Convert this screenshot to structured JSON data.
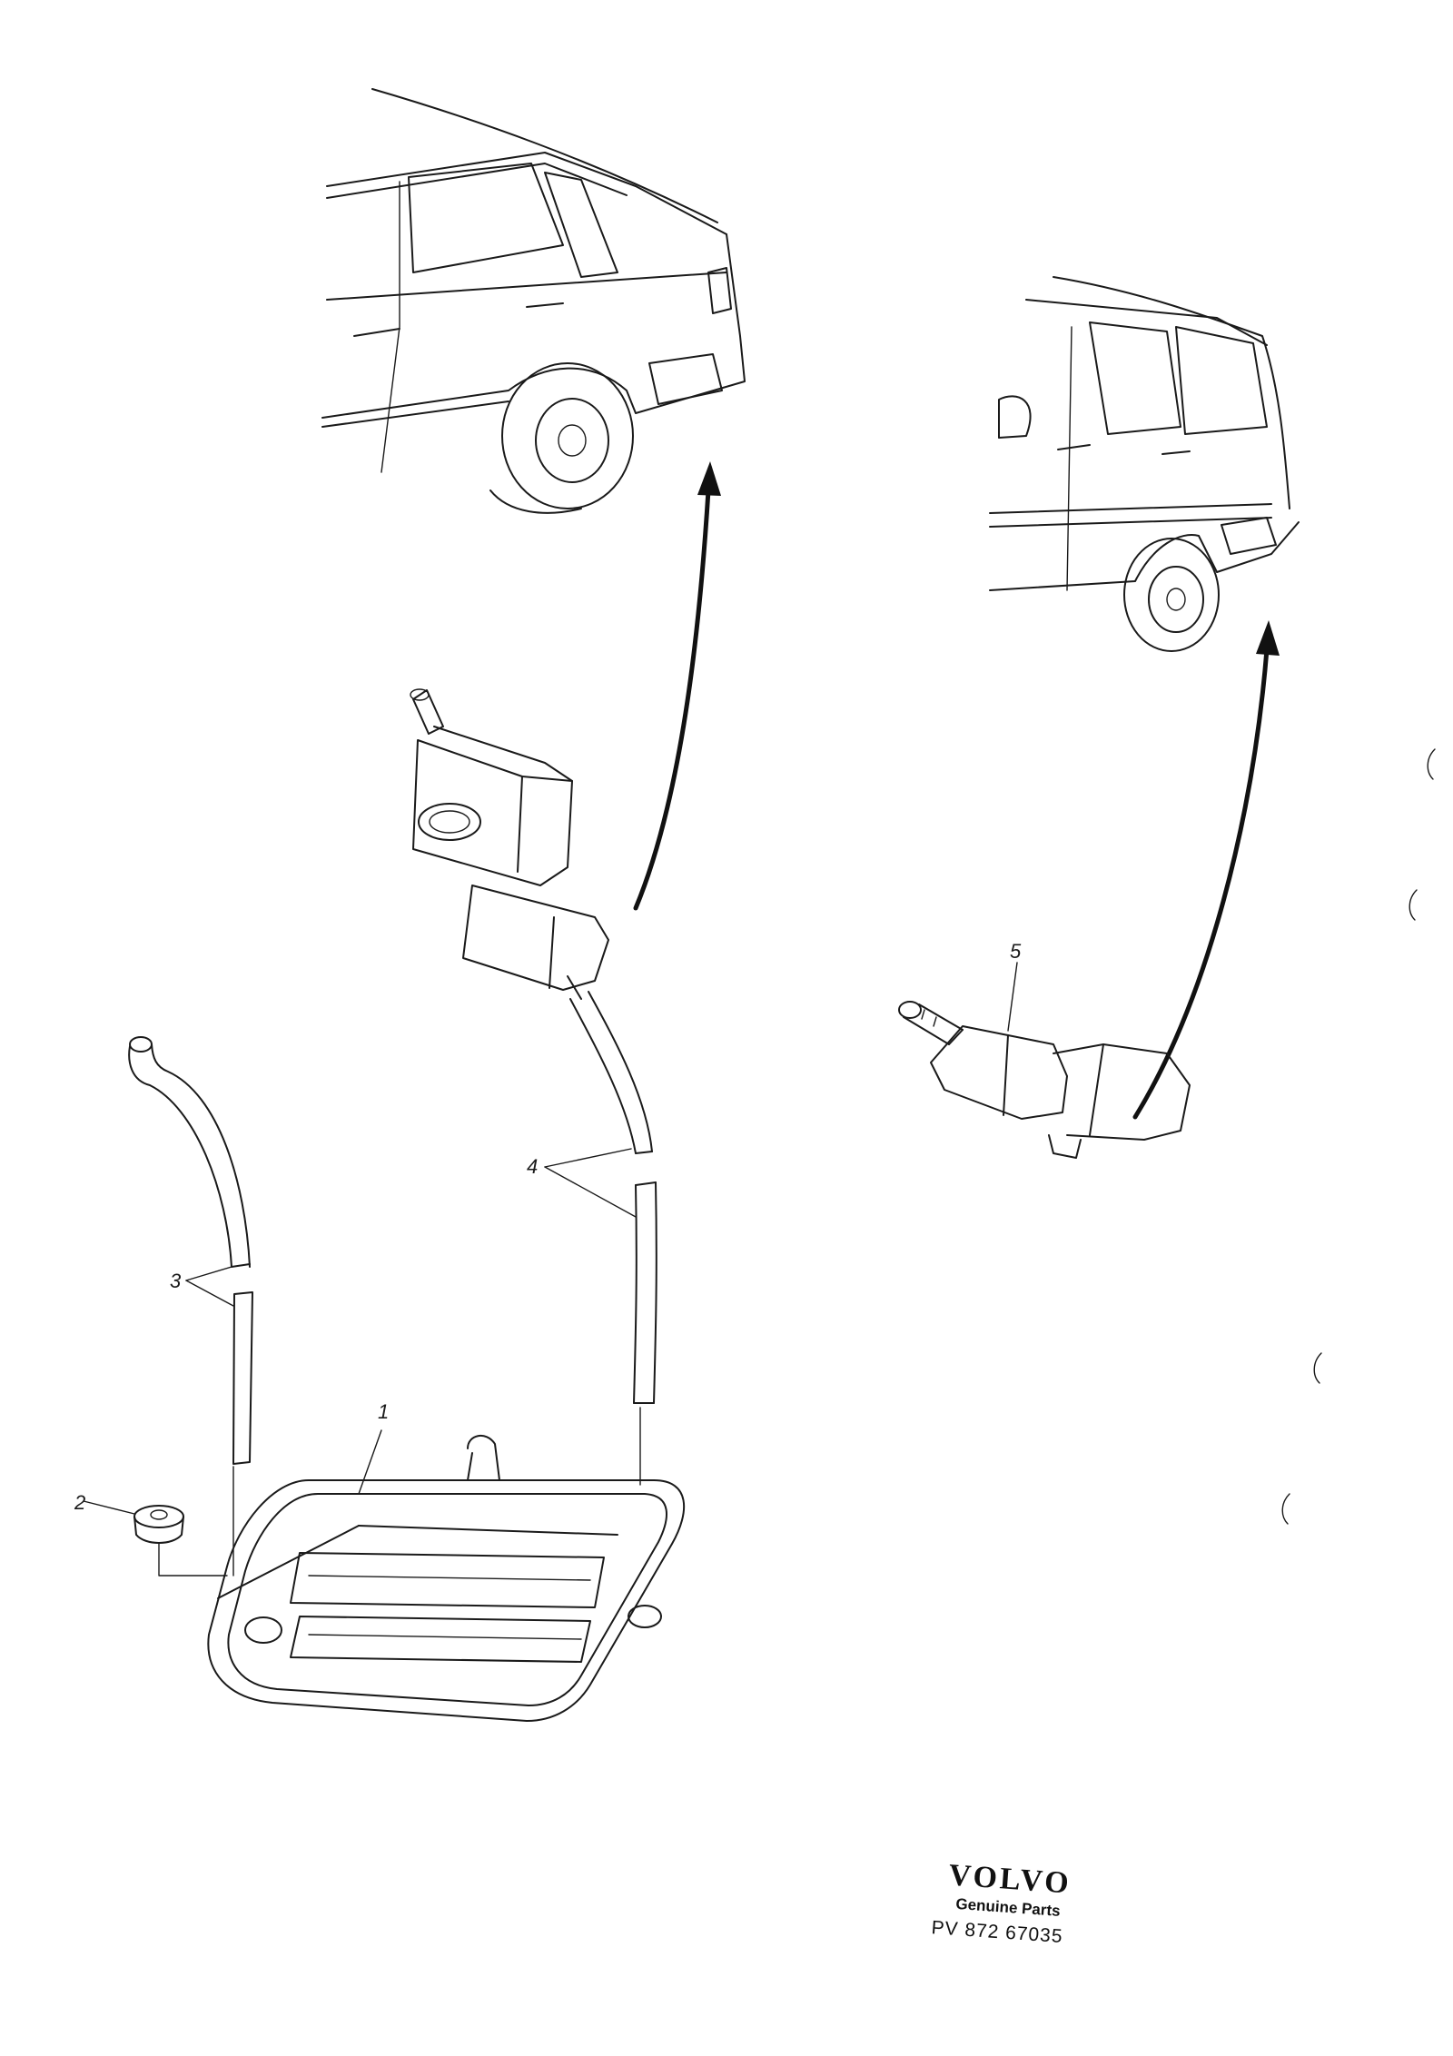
{
  "callouts": {
    "c1": "1",
    "c2": "2",
    "c3": "3",
    "c4": "4",
    "c5": "5"
  },
  "brand": {
    "name": "VOLVO",
    "tagline": "Genuine Parts",
    "code": "PV 872 67035"
  }
}
